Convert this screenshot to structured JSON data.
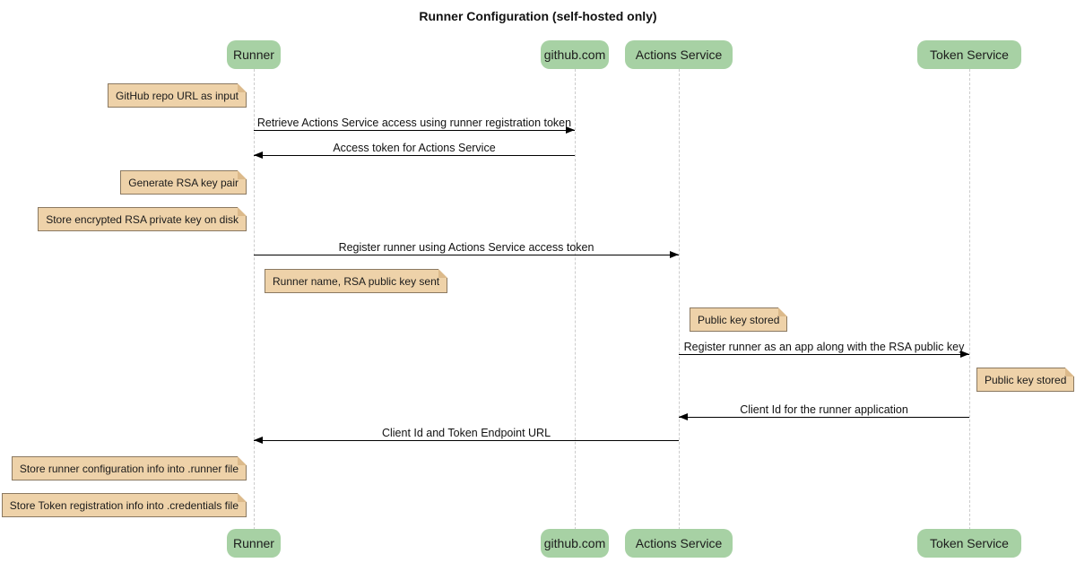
{
  "title": "Runner Configuration (self-hosted only)",
  "colors": {
    "actor_fill": "#a7d1a4",
    "note_fill": "#eed2a9",
    "note_border": "#8b7961",
    "note_fold": "#dcba8b",
    "lifeline": "#cccccc",
    "arrow": "#000000",
    "background": "#ffffff"
  },
  "actors": [
    {
      "label": "Runner"
    },
    {
      "label": "github.com"
    },
    {
      "label": "Actions Service"
    },
    {
      "label": "Token Service"
    }
  ],
  "messages": [
    {
      "from": "Runner",
      "to": "github.com",
      "direction": "right",
      "label": "Retrieve Actions Service access using runner registration token"
    },
    {
      "from": "github.com",
      "to": "Runner",
      "direction": "left",
      "label": "Access token for Actions Service"
    },
    {
      "from": "Runner",
      "to": "Actions Service",
      "direction": "right",
      "label": "Register runner using Actions Service access token"
    },
    {
      "from": "Actions Service",
      "to": "Token Service",
      "direction": "right",
      "label": "Register runner as an app along with the RSA public key"
    },
    {
      "from": "Token Service",
      "to": "Actions Service",
      "direction": "left",
      "label": "Client Id for the runner application"
    },
    {
      "from": "Actions Service",
      "to": "Runner",
      "direction": "left",
      "label": "Client Id and Token Endpoint URL"
    }
  ],
  "notes": [
    {
      "actor": "Runner",
      "side": "left",
      "text": "GitHub repo URL as input"
    },
    {
      "actor": "Runner",
      "side": "left",
      "text": "Generate RSA key pair"
    },
    {
      "actor": "Runner",
      "side": "left",
      "text": "Store encrypted RSA private key on disk"
    },
    {
      "actor": "Runner",
      "side": "right",
      "text": "Runner name, RSA public key sent"
    },
    {
      "actor": "Actions Service",
      "side": "right",
      "text": "Public key stored"
    },
    {
      "actor": "Token Service",
      "side": "right",
      "text": "Public key stored"
    },
    {
      "actor": "Runner",
      "side": "left",
      "text": "Store runner configuration info into .runner file"
    },
    {
      "actor": "Runner",
      "side": "left",
      "text": "Store Token registration info into .credentials file"
    }
  ]
}
